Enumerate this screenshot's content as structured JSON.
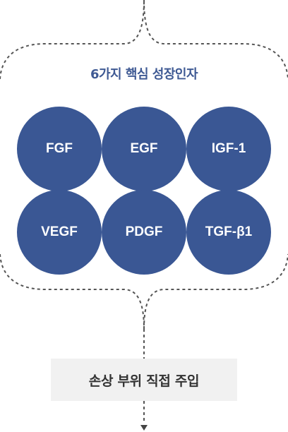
{
  "colors": {
    "accent": "#3f5a94",
    "circle": "#3a5794",
    "box": "#f1f1f1",
    "dash": "#555555"
  },
  "heading": "6가지 핵심 성장인자",
  "factors": [
    "FGF",
    "EGF",
    "IGF-1",
    "VEGF",
    "PDGF",
    "TGF-β1"
  ],
  "action": "손상 부위 직접 주입",
  "icons": {
    "arrow": "arrow-down-icon"
  }
}
